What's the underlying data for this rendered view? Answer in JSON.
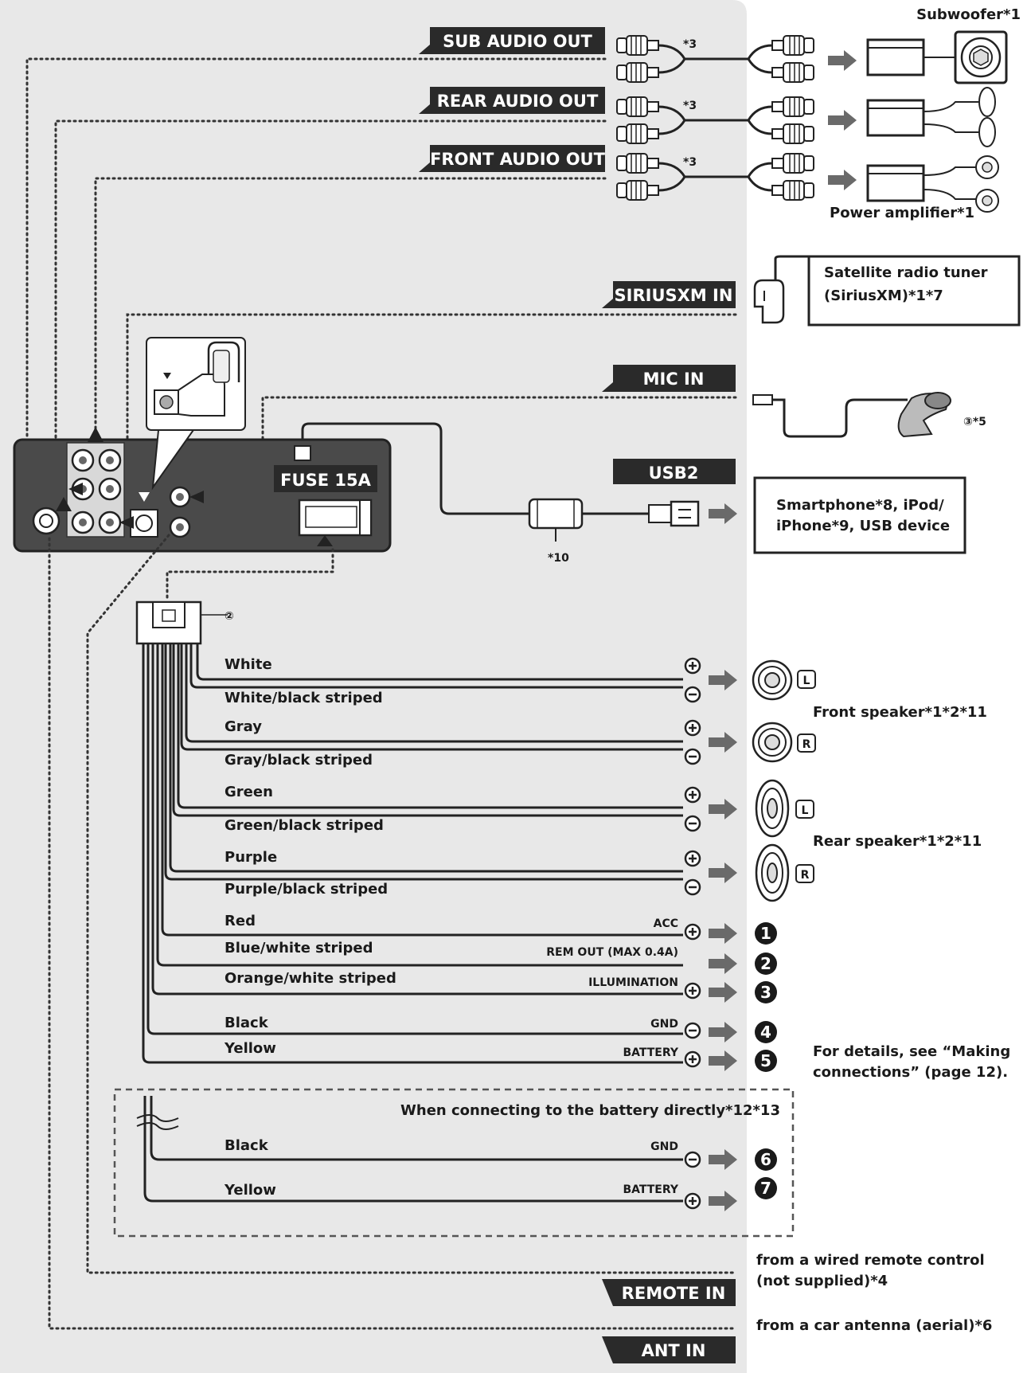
{
  "outputs": {
    "sub": {
      "tag": "SUB AUDIO OUT",
      "note": "*3",
      "device": "Subwoofer*1"
    },
    "rear": {
      "tag": "REAR AUDIO OUT",
      "note": "*3"
    },
    "front": {
      "tag": "FRONT AUDIO OUT",
      "note": "*3"
    },
    "amplifier": "Power amplifier*1"
  },
  "sirius": {
    "tag": "SIRIUSXM IN",
    "device_line1": "Satellite radio tuner",
    "device_line2": "(SiriusXM)*1*7"
  },
  "mic": {
    "tag": "MIC IN",
    "ref": "③*5"
  },
  "usb": {
    "tag": "USB2",
    "note": "*10",
    "device_line1": "Smartphone*8, iPod/",
    "device_line2": "iPhone*9, USB device"
  },
  "unit": {
    "fuse": "FUSE 15A",
    "connector_ref": "②"
  },
  "speaker_wires": [
    {
      "name": "White",
      "sign": "+"
    },
    {
      "name": "White/black striped",
      "sign": "−"
    },
    {
      "name": "Gray",
      "sign": "+"
    },
    {
      "name": "Gray/black striped",
      "sign": "−"
    },
    {
      "name": "Green",
      "sign": "+"
    },
    {
      "name": "Green/black striped",
      "sign": "−"
    },
    {
      "name": "Purple",
      "sign": "+"
    },
    {
      "name": "Purple/black striped",
      "sign": "−"
    }
  ],
  "speakers": {
    "front": "Front speaker*1*2*11",
    "rear": "Rear speaker*1*2*11",
    "left": "L",
    "right": "R"
  },
  "power_wires": [
    {
      "name": "Red",
      "func": "ACC",
      "sign": "+",
      "num": "1"
    },
    {
      "name": "Blue/white striped",
      "func": "REM OUT (MAX 0.4A)",
      "sign": "",
      "num": "2"
    },
    {
      "name": "Orange/white striped",
      "func": "ILLUMINATION",
      "sign": "+",
      "num": "3"
    },
    {
      "name": "Black",
      "func": "GND",
      "sign": "−",
      "num": "4"
    },
    {
      "name": "Yellow",
      "func": "BATTERY",
      "sign": "+",
      "num": "5"
    }
  ],
  "details_line1": "For details, see “Making",
  "details_line2": "connections” (page 12).",
  "battery_direct": {
    "title": "When connecting to the battery directly*12*13",
    "wires": [
      {
        "name": "Black",
        "func": "GND",
        "sign": "−",
        "num": "6"
      },
      {
        "name": "Yellow",
        "func": "BATTERY",
        "sign": "+",
        "num": "7"
      }
    ]
  },
  "remote": {
    "tag": "REMOTE IN",
    "line1": "from a wired remote control",
    "line2": "(not supplied)*4"
  },
  "antenna": {
    "tag": "ANT IN",
    "line1": "from a car antenna (aerial)*6"
  }
}
